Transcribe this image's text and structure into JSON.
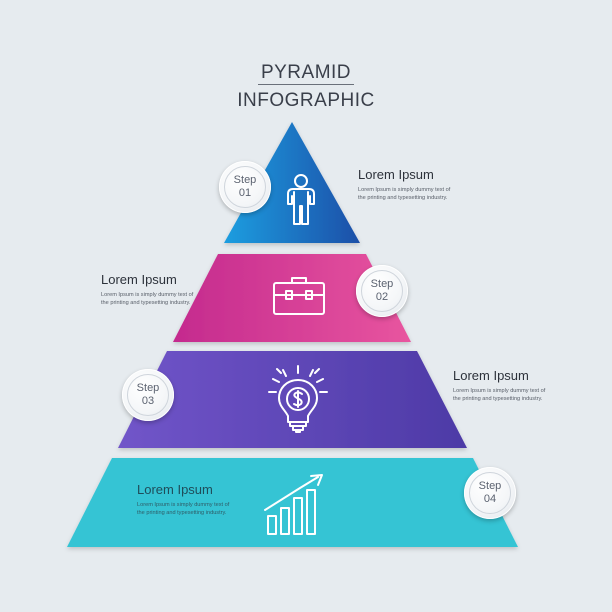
{
  "title": {
    "line1": "PYRAMID",
    "line2": "INFOGRAPHIC"
  },
  "colors": {
    "tier1": [
      "#1e9ee0",
      "#1f4fa8"
    ],
    "tier2": [
      "#c42a8e",
      "#e8559f"
    ],
    "tier3": [
      "#7155c9",
      "#4d3aa6"
    ],
    "tier4": [
      "#35c4d4",
      "#35c4d4"
    ]
  },
  "tiers": [
    {
      "step_word": "Step",
      "step_num": "01",
      "icon": "person-icon",
      "heading": "Lorem Ipsum",
      "body": "Lorem Ipsum is simply dummy text of the printing and typesetting industry."
    },
    {
      "step_word": "Step",
      "step_num": "02",
      "icon": "briefcase-icon",
      "heading": "Lorem Ipsum",
      "body": "Lorem Ipsum is simply dummy text of the printing and typesetting industry."
    },
    {
      "step_word": "Step",
      "step_num": "03",
      "icon": "lightbulb-dollar-icon",
      "heading": "Lorem Ipsum",
      "body": "Lorem Ipsum is simply dummy text of the printing and typesetting industry."
    },
    {
      "step_word": "Step",
      "step_num": "04",
      "icon": "bar-chart-growth-icon",
      "heading": "Lorem Ipsum",
      "body": "Lorem Ipsum is simply dummy text of the printing and typesetting industry."
    }
  ]
}
